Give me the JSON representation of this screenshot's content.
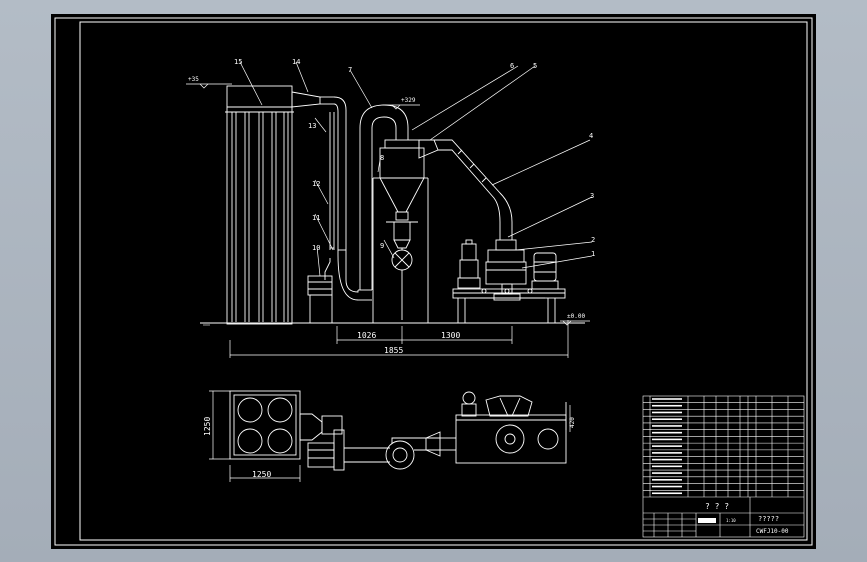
{
  "colors": {
    "background": "#000000",
    "outer": "#a9b2bd",
    "lines": "#ffffff",
    "callout_lines": "#ffffff"
  },
  "elevations": {
    "top": "+35",
    "mid": "+329",
    "ground": "±0.00"
  },
  "callouts": {
    "n1": "1",
    "n2": "2",
    "n3": "3",
    "n4": "4",
    "n5": "5",
    "n6": "6",
    "n7": "7",
    "n8": "8",
    "n9": "9",
    "n10": "10",
    "n11": "11",
    "n12": "12",
    "n13": "13",
    "n14": "14",
    "n15": "15"
  },
  "elevation_dims": {
    "d1026": "1026",
    "d1300": "1300",
    "d1855": "1855"
  },
  "plan_dims": {
    "height": "1250",
    "width": "1250",
    "right": "420"
  },
  "title_block": {
    "marks": "? ? ?",
    "title": "?????",
    "drawing_no": "CWFJ10-00",
    "scale": "1:10"
  }
}
